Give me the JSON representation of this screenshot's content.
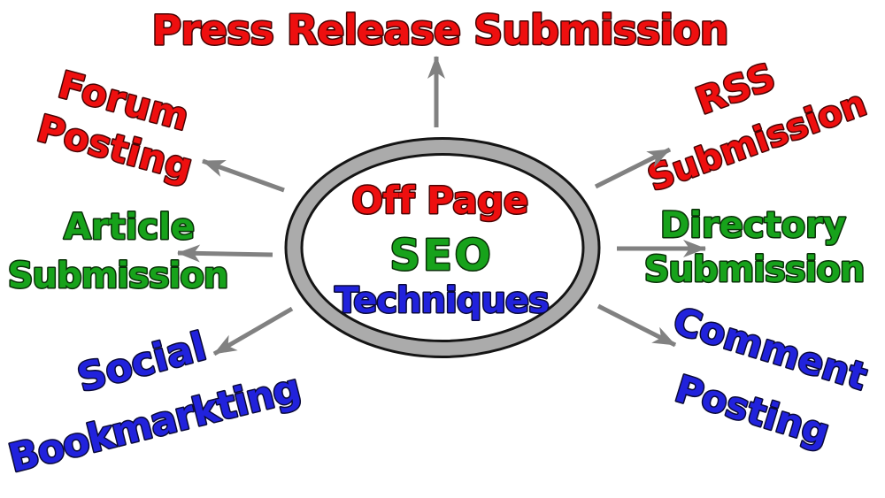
{
  "diagram": {
    "center": {
      "lines": [
        "Off Page",
        "SEO",
        "Techniques"
      ],
      "line_colors": [
        "red",
        "green",
        "blue"
      ]
    },
    "nodes": [
      {
        "id": "press-release-submission",
        "lines": [
          "Press Release Submission"
        ],
        "color": "red",
        "position": "top"
      },
      {
        "id": "forum-posting",
        "lines": [
          "Forum",
          "Posting"
        ],
        "color": "red",
        "position": "top-left"
      },
      {
        "id": "rss-submission",
        "lines": [
          "RSS",
          "Submission"
        ],
        "color": "red",
        "position": "top-right"
      },
      {
        "id": "article-submission",
        "lines": [
          "Article",
          "Submission"
        ],
        "color": "green",
        "position": "left"
      },
      {
        "id": "directory-submission",
        "lines": [
          "Directory",
          "Submission"
        ],
        "color": "green",
        "position": "right"
      },
      {
        "id": "social-bookmarkting",
        "lines": [
          "Social",
          "Bookmarkting"
        ],
        "color": "blue",
        "position": "bottom-left"
      },
      {
        "id": "comment-posting",
        "lines": [
          "Comment",
          "Posting"
        ],
        "color": "blue",
        "position": "bottom-right"
      }
    ],
    "colors": {
      "red": "#ee0f0f",
      "red_outline": "#470404",
      "green": "#17a21b",
      "green_outline": "#0a3008",
      "blue": "#2122dc",
      "blue_outline": "#0a0a38",
      "arrow_gray": "#818181",
      "ring_gray": "#ababab",
      "ring_edge": "#151515",
      "background": "#ffffff"
    }
  }
}
